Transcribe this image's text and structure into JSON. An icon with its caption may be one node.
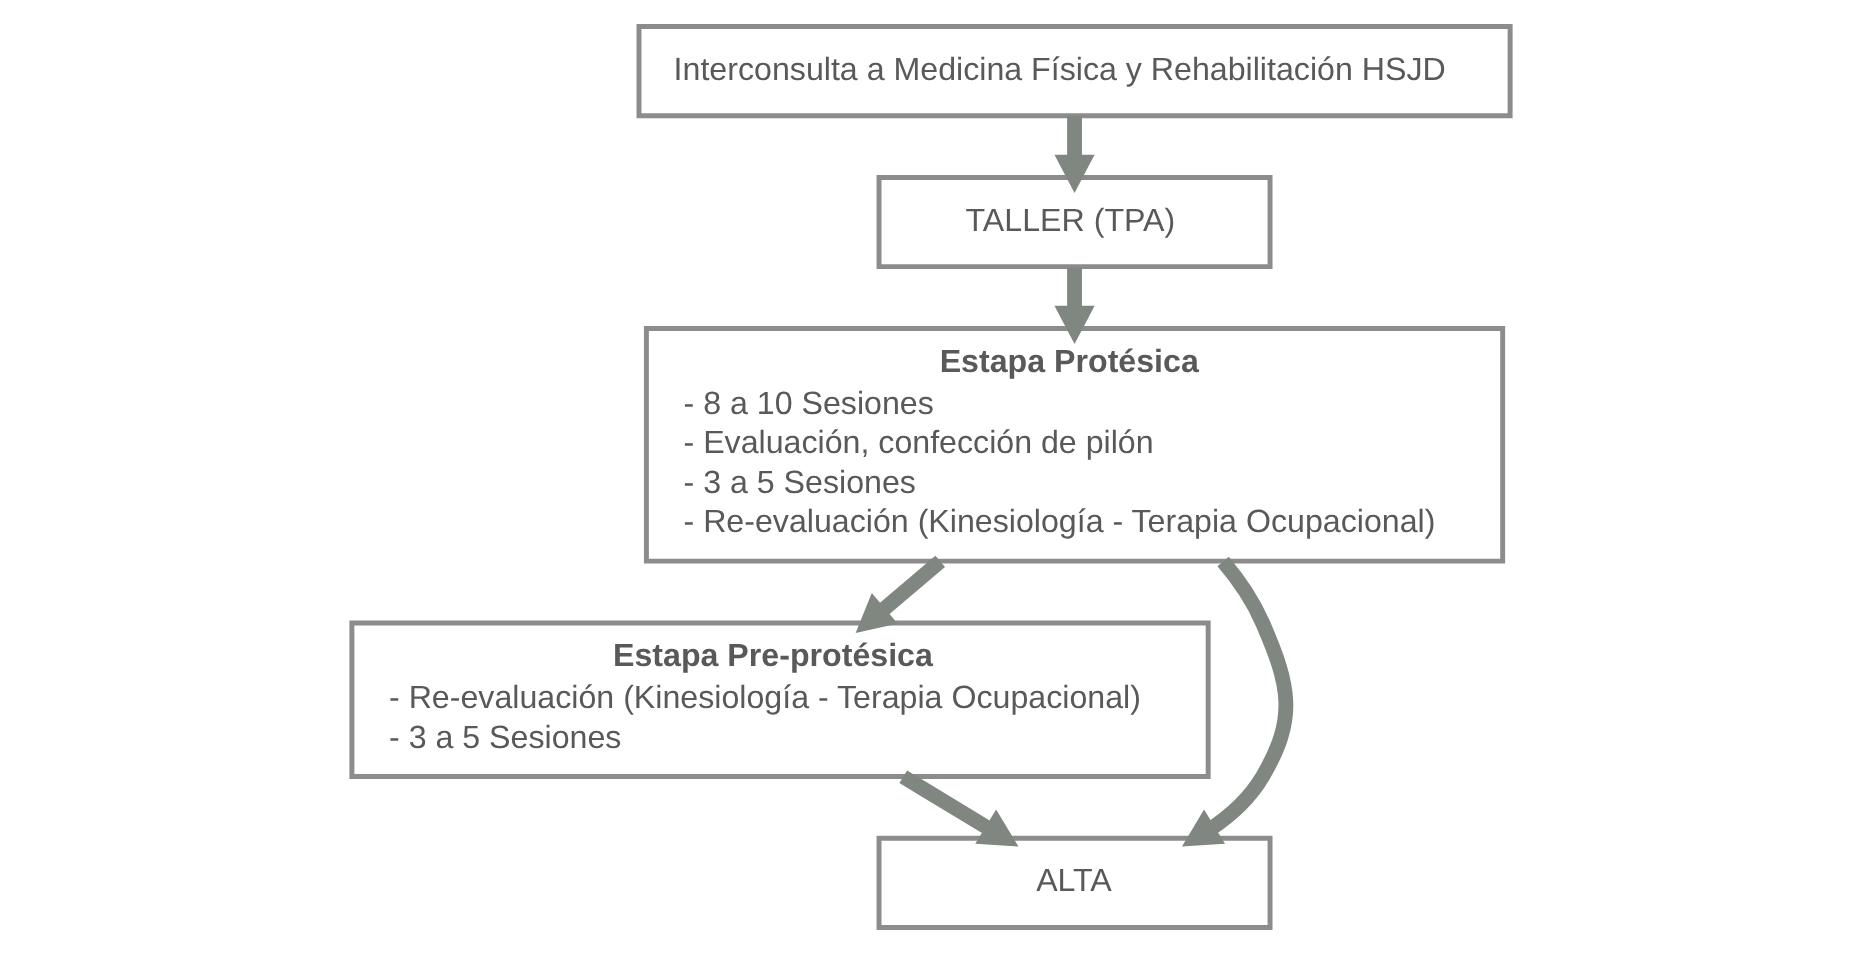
{
  "diagram": {
    "nodes": [
      {
        "text": [
          "Interconsulta a Medicina Física y Rehabilitación HSJD"
        ]
      },
      {
        "text": [
          "TALLER (TPA)"
        ]
      },
      {
        "text": [
          "Estapa Protésica",
          "- 8 a 10 Sesiones",
          "- Evaluación, confección de pilón",
          "- 3 a 5 Sesiones",
          "- Re-evaluación (Kinesiología - Terapia Ocupacional)"
        ]
      },
      {
        "text": [
          "Estapa Pre-protésica",
          "- Re-evaluación (Kinesiología - Terapia Ocupacional)",
          "- 3 a 5 Sesiones"
        ]
      },
      {
        "text": [
          "ALTA"
        ]
      }
    ],
    "edges": [
      {
        "from": 0,
        "to": 1,
        "arrow": "to"
      },
      {
        "from": 1,
        "to": 2,
        "arrow": "to"
      },
      {
        "from": 2,
        "to": 3,
        "arrow": "to"
      },
      {
        "from": 2,
        "to": 4,
        "arrow": "to"
      },
      {
        "from": 3,
        "to": 4,
        "arrow": "to"
      }
    ]
  }
}
